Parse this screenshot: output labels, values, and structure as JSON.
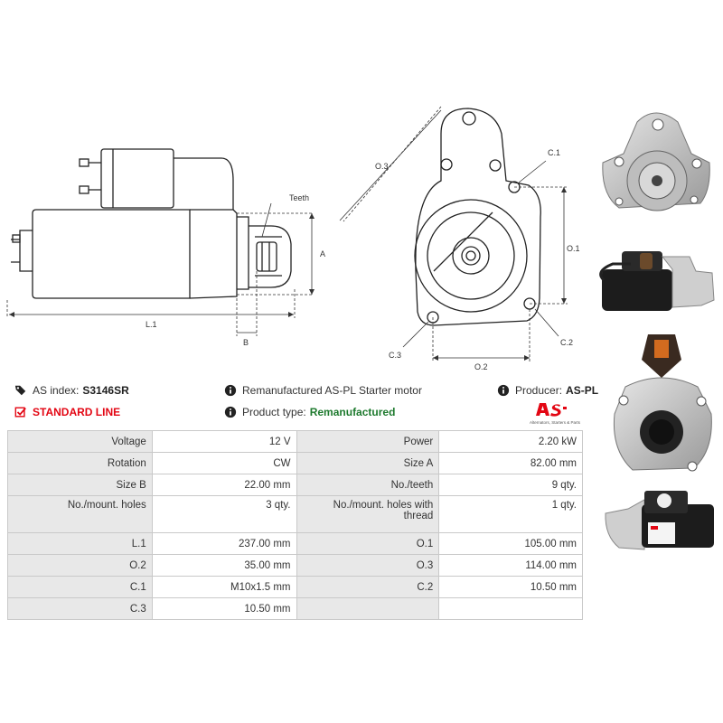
{
  "header": {
    "as_index_label": "AS index:",
    "as_index_value": "S3146SR",
    "description": "Remanufactured AS-PL Starter motor",
    "producer_label": "Producer:",
    "producer_value": "AS-PL",
    "standard_line": "STANDARD LINE",
    "product_type_label": "Product type:",
    "product_type_value": "Remanufactured",
    "logo_tagline": "Alternators, Starters & Parts",
    "brand_color": "#e30613",
    "accent_green": "#1e7a2e"
  },
  "drawing": {
    "side_labels": {
      "teeth": "Teeth",
      "a": "A",
      "b": "B",
      "l1": "L.1"
    },
    "front_labels": {
      "o1": "O.1",
      "o2": "O.2",
      "o3": "O.3",
      "c1": "C.1",
      "c2": "C.2",
      "c3": "C.3"
    }
  },
  "specs": [
    [
      {
        "label": "Voltage",
        "value": "12 V"
      },
      {
        "label": "Power",
        "value": "2.20 kW"
      }
    ],
    [
      {
        "label": "Rotation",
        "value": "CW"
      },
      {
        "label": "Size A",
        "value": "82.00 mm"
      }
    ],
    [
      {
        "label": "Size B",
        "value": "22.00 mm"
      },
      {
        "label": "No./teeth",
        "value": "9 qty."
      }
    ],
    [
      {
        "label": "No./mount. holes",
        "value": "3 qty."
      },
      {
        "label": "No./mount. holes with thread",
        "value": "1 qty."
      }
    ],
    [
      {
        "label": "L.1",
        "value": "237.00 mm"
      },
      {
        "label": "O.1",
        "value": "105.00 mm"
      }
    ],
    [
      {
        "label": "O.2",
        "value": "35.00 mm"
      },
      {
        "label": "O.3",
        "value": "114.00 mm"
      }
    ],
    [
      {
        "label": "C.1",
        "value": "M10x1.5 mm"
      },
      {
        "label": "C.2",
        "value": "10.50 mm"
      }
    ],
    [
      {
        "label": "C.3",
        "value": "10.50 mm"
      },
      {
        "label": "",
        "value": ""
      }
    ]
  ]
}
